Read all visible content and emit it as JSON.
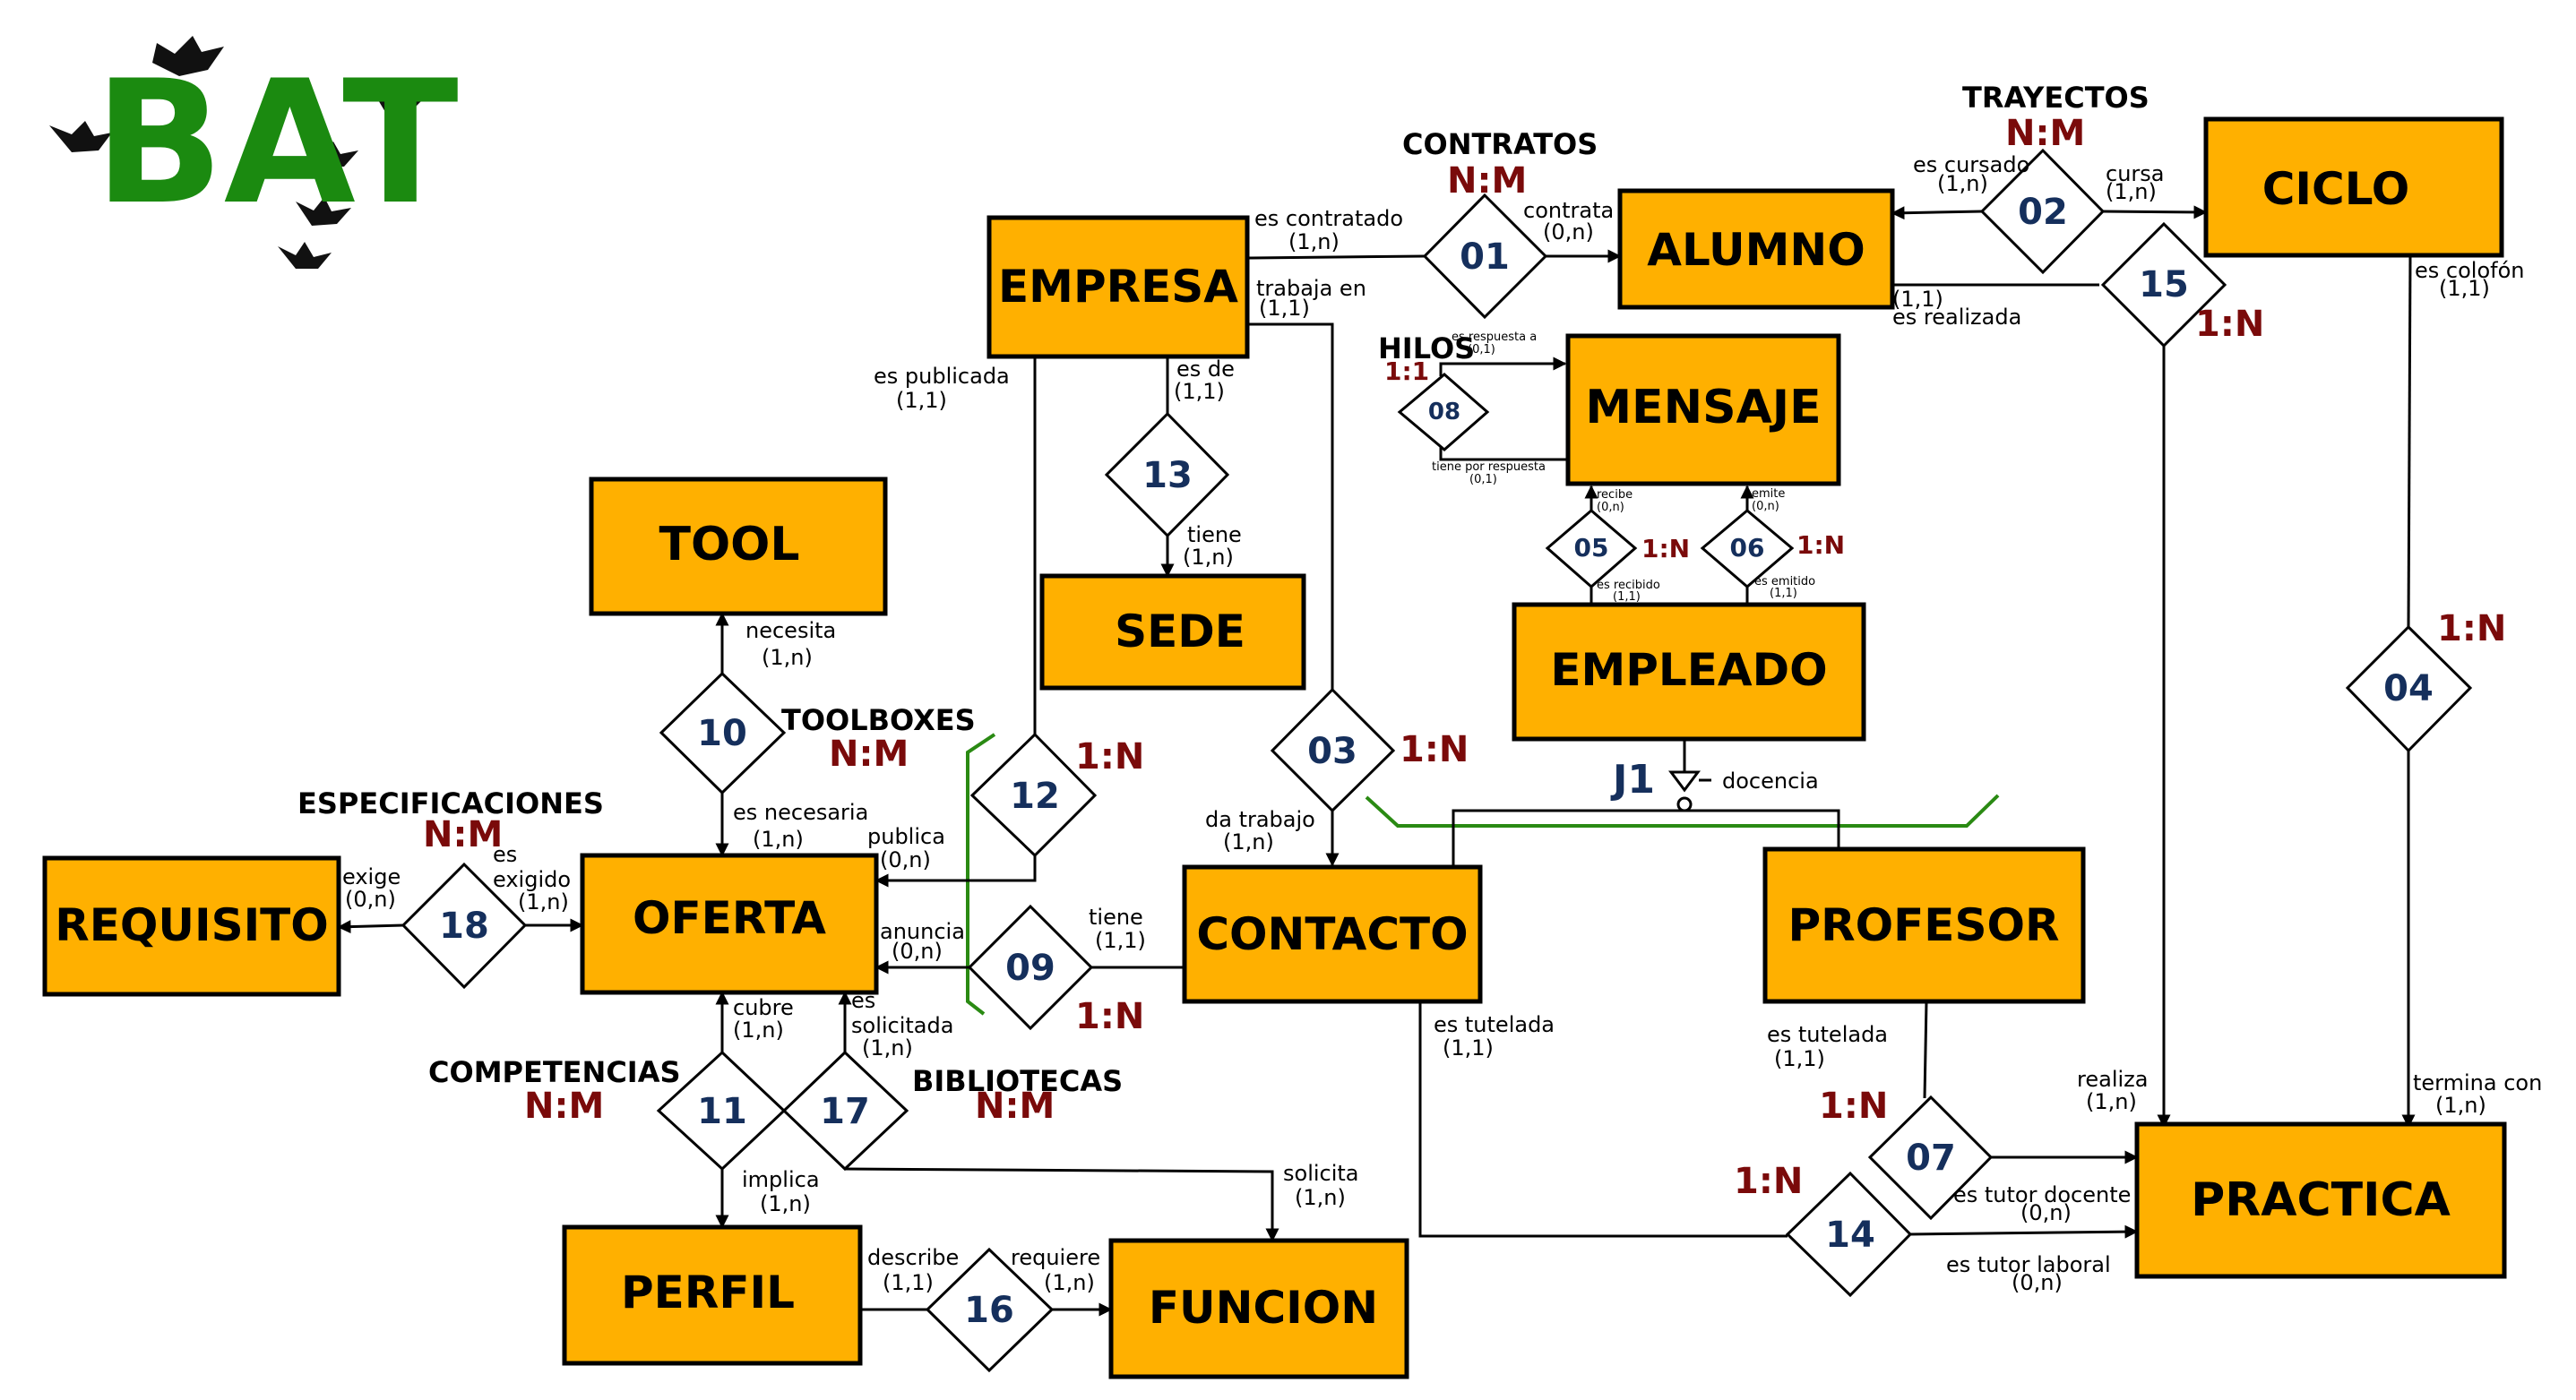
{
  "logo": {
    "text": "BAT",
    "icon": "bat-icon",
    "color": "#1b8a10"
  },
  "colors": {
    "entity_fill": "#FFB000",
    "relationship_number": "#152f5c",
    "cardinality": "#7a0a0a",
    "boundary": "#2a8a13"
  },
  "entities": {
    "empresa": "EMPRESA",
    "alumno": "ALUMNO",
    "ciclo": "CICLO",
    "mensaje": "MENSAJE",
    "tool": "TOOL",
    "sede": "SEDE",
    "empleado": "EMPLEADO",
    "requisito": "REQUISITO",
    "oferta": "OFERTA",
    "contacto": "CONTACTO",
    "profesor": "PROFESOR",
    "practica": "PRACTICA",
    "perfil": "PERFIL",
    "funcion": "FUNCION"
  },
  "relationships": {
    "r01": "01",
    "r02": "02",
    "r03": "03",
    "r04": "04",
    "r05": "05",
    "r06": "06",
    "r07": "07",
    "r08": "08",
    "r09": "09",
    "r10": "10",
    "r11": "11",
    "r12": "12",
    "r13": "13",
    "r14": "14",
    "r15": "15",
    "r16": "16",
    "r17": "17",
    "r18": "18"
  },
  "relationship_names": {
    "contratos": "CONTRATOS",
    "trayectos": "TRAYECTOS",
    "hilos": "HILOS",
    "toolboxes": "TOOLBOXES",
    "especificaciones": "ESPECIFICACIONES",
    "competencias": "COMPETENCIAS",
    "bibliotecas": "BIBLIOTECAS",
    "j1": "J1",
    "docencia": "docencia"
  },
  "cardinalities": {
    "contratos": "N:M",
    "trayectos": "N:M",
    "r15": "1:N",
    "hilos": "1:1",
    "r05": "1:N",
    "r06": "1:N",
    "r04": "1:N",
    "toolboxes": "N:M",
    "r12": "1:N",
    "r03": "1:N",
    "especificaciones": "N:M",
    "r09": "1:N",
    "competencias": "N:M",
    "bibliotecas": "N:M",
    "r07": "1:N",
    "r14": "1:N"
  },
  "labels": {
    "es_contratado": "es contratado",
    "es_contratado_card": "(1,n)",
    "contrata": "contrata",
    "contrata_card": "(0,n)",
    "es_cursado": "es cursado",
    "es_cursado_card": "(1,n)",
    "cursa": "cursa",
    "cursa_card": "(1,n)",
    "es_colofon": "es colofón",
    "es_colofon_card": "(1,1)",
    "r15_card": "(1,1)",
    "es_realizada": "es realizada",
    "trabaja_en": "trabaja en",
    "trabaja_en_card": "(1,1)",
    "es_publicada": "es publicada",
    "es_publicada_card": "(1,1)",
    "es_de": "es de",
    "es_de_card": "(1,1)",
    "tiene_sede": "tiene",
    "tiene_sede_card": "(1,n)",
    "es_respuesta_a": "es respuesta a",
    "es_respuesta_a_card": "(0,1)",
    "tiene_por_respuesta": "tiene por respuesta",
    "tiene_por_respuesta_card": "(0,1)",
    "recibe": "recibe",
    "recibe_card": "(0,n)",
    "emite": "emite",
    "emite_card": "(0,n)",
    "es_recibido": "es recibido",
    "es_recibido_card": "(1,1)",
    "es_emitido": "es emitido",
    "es_emitido_card": "(1,1)",
    "necesita": "necesita",
    "necesita_card": "(1,n)",
    "es_necesaria": "es necesaria",
    "es_necesaria_card": "(1,n)",
    "publica": "publica",
    "publica_card": "(0,n)",
    "da_trabajo": "da trabajo",
    "da_trabajo_card": "(1,n)",
    "exige": "exige",
    "exige_card": "(0,n)",
    "es_exigido_1": "es",
    "es_exigido_2": "exigido",
    "es_exigido_card": "(1,n)",
    "anuncia": "anuncia",
    "anuncia_card": "(0,n)",
    "tiene_contacto": "tiene",
    "tiene_contacto_card": "(1,1)",
    "cubre": "cubre",
    "cubre_card": "(1,n)",
    "es_solicitada_1": "es",
    "es_solicitada_2": "solicitada",
    "es_solicitada_card": "(1,n)",
    "implica": "implica",
    "implica_card": "(1,n)",
    "solicita": "solicita",
    "solicita_card": "(1,n)",
    "describe": "describe",
    "describe_card": "(1,1)",
    "requiere": "requiere",
    "requiere_card": "(1,n)",
    "es_tutelada_c": "es tutelada",
    "es_tutelada_c_card": "(1,1)",
    "es_tutelada_p": "es tutelada",
    "es_tutelada_p_card": "(1,1)",
    "realiza": "realiza",
    "realiza_card": "(1,n)",
    "termina_con": "termina con",
    "termina_con_card": "(1,n)",
    "es_tutor_docente": "es tutor docente",
    "es_tutor_docente_card": "(0,n)",
    "es_tutor_laboral": "es tutor laboral",
    "es_tutor_laboral_card": "(0,n)"
  }
}
